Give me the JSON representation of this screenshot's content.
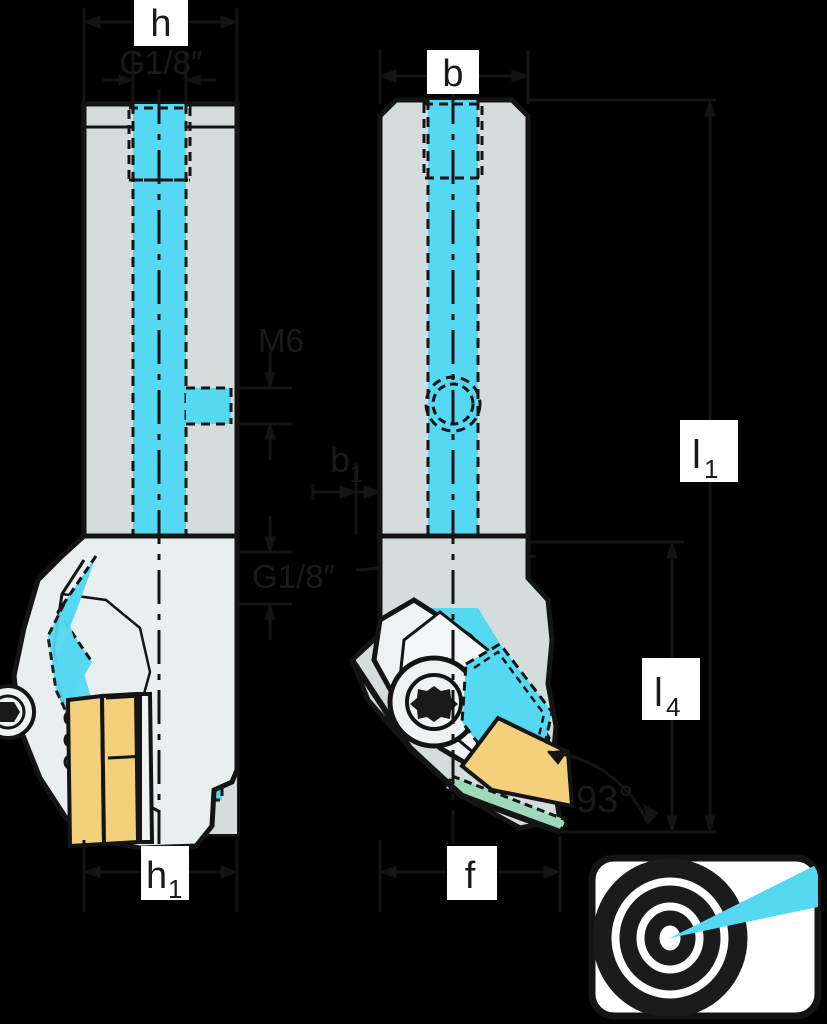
{
  "drawing": {
    "title": "Turning tool holder technical drawing",
    "views": [
      {
        "name": "front-view",
        "position": "left"
      },
      {
        "name": "side-view",
        "position": "right"
      }
    ],
    "background_color": "#000000",
    "colors": {
      "steel_body": "#d4dcdc",
      "steel_light": "#eef2f2",
      "coolant_cyan": "#55d9f3",
      "insert_gold": "#f5d07a",
      "edge_green": "#9dd9b8",
      "outline": "#141414",
      "label_text": "#1a1a1a",
      "label_bg": "#ffffff"
    }
  },
  "dimensions": {
    "h": "h",
    "h1": "h",
    "h1_sub": "1",
    "b": "b",
    "b1": "b",
    "b1_sub": "1",
    "f": "f",
    "l1": "l",
    "l1_sub": "1",
    "l4": "l",
    "l4_sub": "4",
    "thread_top_left": "G1/8″",
    "thread_mid_left": "G1/8″",
    "thread_m6": "M6",
    "angle": "93°"
  },
  "icons": {
    "precision_coolant": {
      "name": "precision-coolant-icon",
      "description": "target rings with coolant jet cone",
      "ring_color": "#1b1b1b",
      "jet_color": "#55d9f3",
      "box_fill": "#ffffff"
    }
  }
}
